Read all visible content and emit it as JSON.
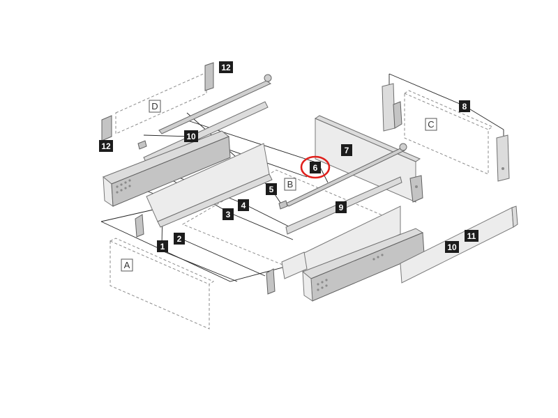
{
  "diagram": {
    "highlight_color": "#e0201c",
    "highlighted_part": "6",
    "part_numbers": [
      "1",
      "2",
      "3",
      "4",
      "5",
      "6",
      "7",
      "8",
      "9",
      "10",
      "10",
      "11",
      "12",
      "12"
    ],
    "panel_letters": [
      "A",
      "B",
      "C",
      "D"
    ]
  }
}
